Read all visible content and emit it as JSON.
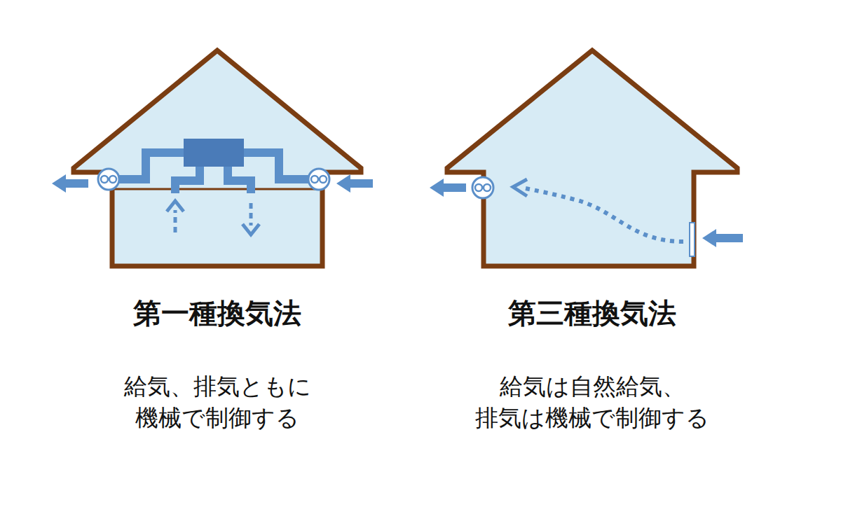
{
  "diagram": {
    "labels": [
      "第一種換気法",
      "給気、排気ともに 機械で制御する",
      "第三種換気法",
      "給気は自然給気、 排気は機械で制御する"
    ]
  }
}
